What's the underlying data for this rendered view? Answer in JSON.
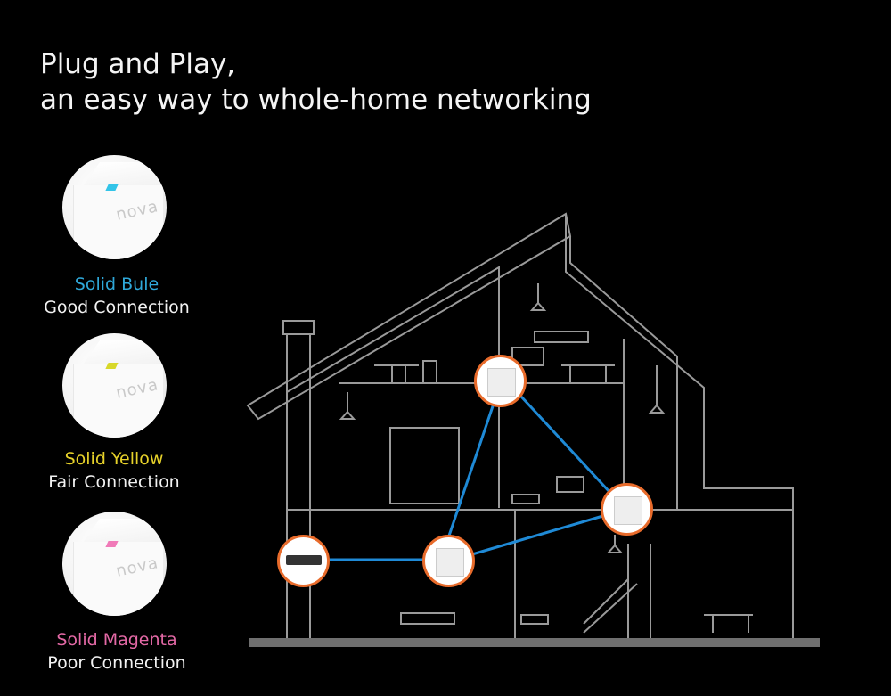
{
  "headline": {
    "line1": "Plug and Play,",
    "line2": "an easy way to whole-home networking"
  },
  "brand_text": "nova",
  "statuses": [
    {
      "color_label": "Solid Bule",
      "desc": "Good Connection",
      "led_color": "#33c4e8",
      "label_color": "#2fa8d9"
    },
    {
      "color_label": "Solid Yellow",
      "desc": "Fair Connection",
      "led_color": "#d8d82a",
      "label_color": "#e6d12a"
    },
    {
      "color_label": "Solid Magenta",
      "desc": "Poor Connection",
      "led_color": "#f07ab8",
      "label_color": "#e469a6"
    }
  ],
  "colors": {
    "line": "#9a9a9a",
    "link": "#1f8ad6",
    "device_ring": "#e86b2b",
    "ground": "#6f6f6f"
  }
}
